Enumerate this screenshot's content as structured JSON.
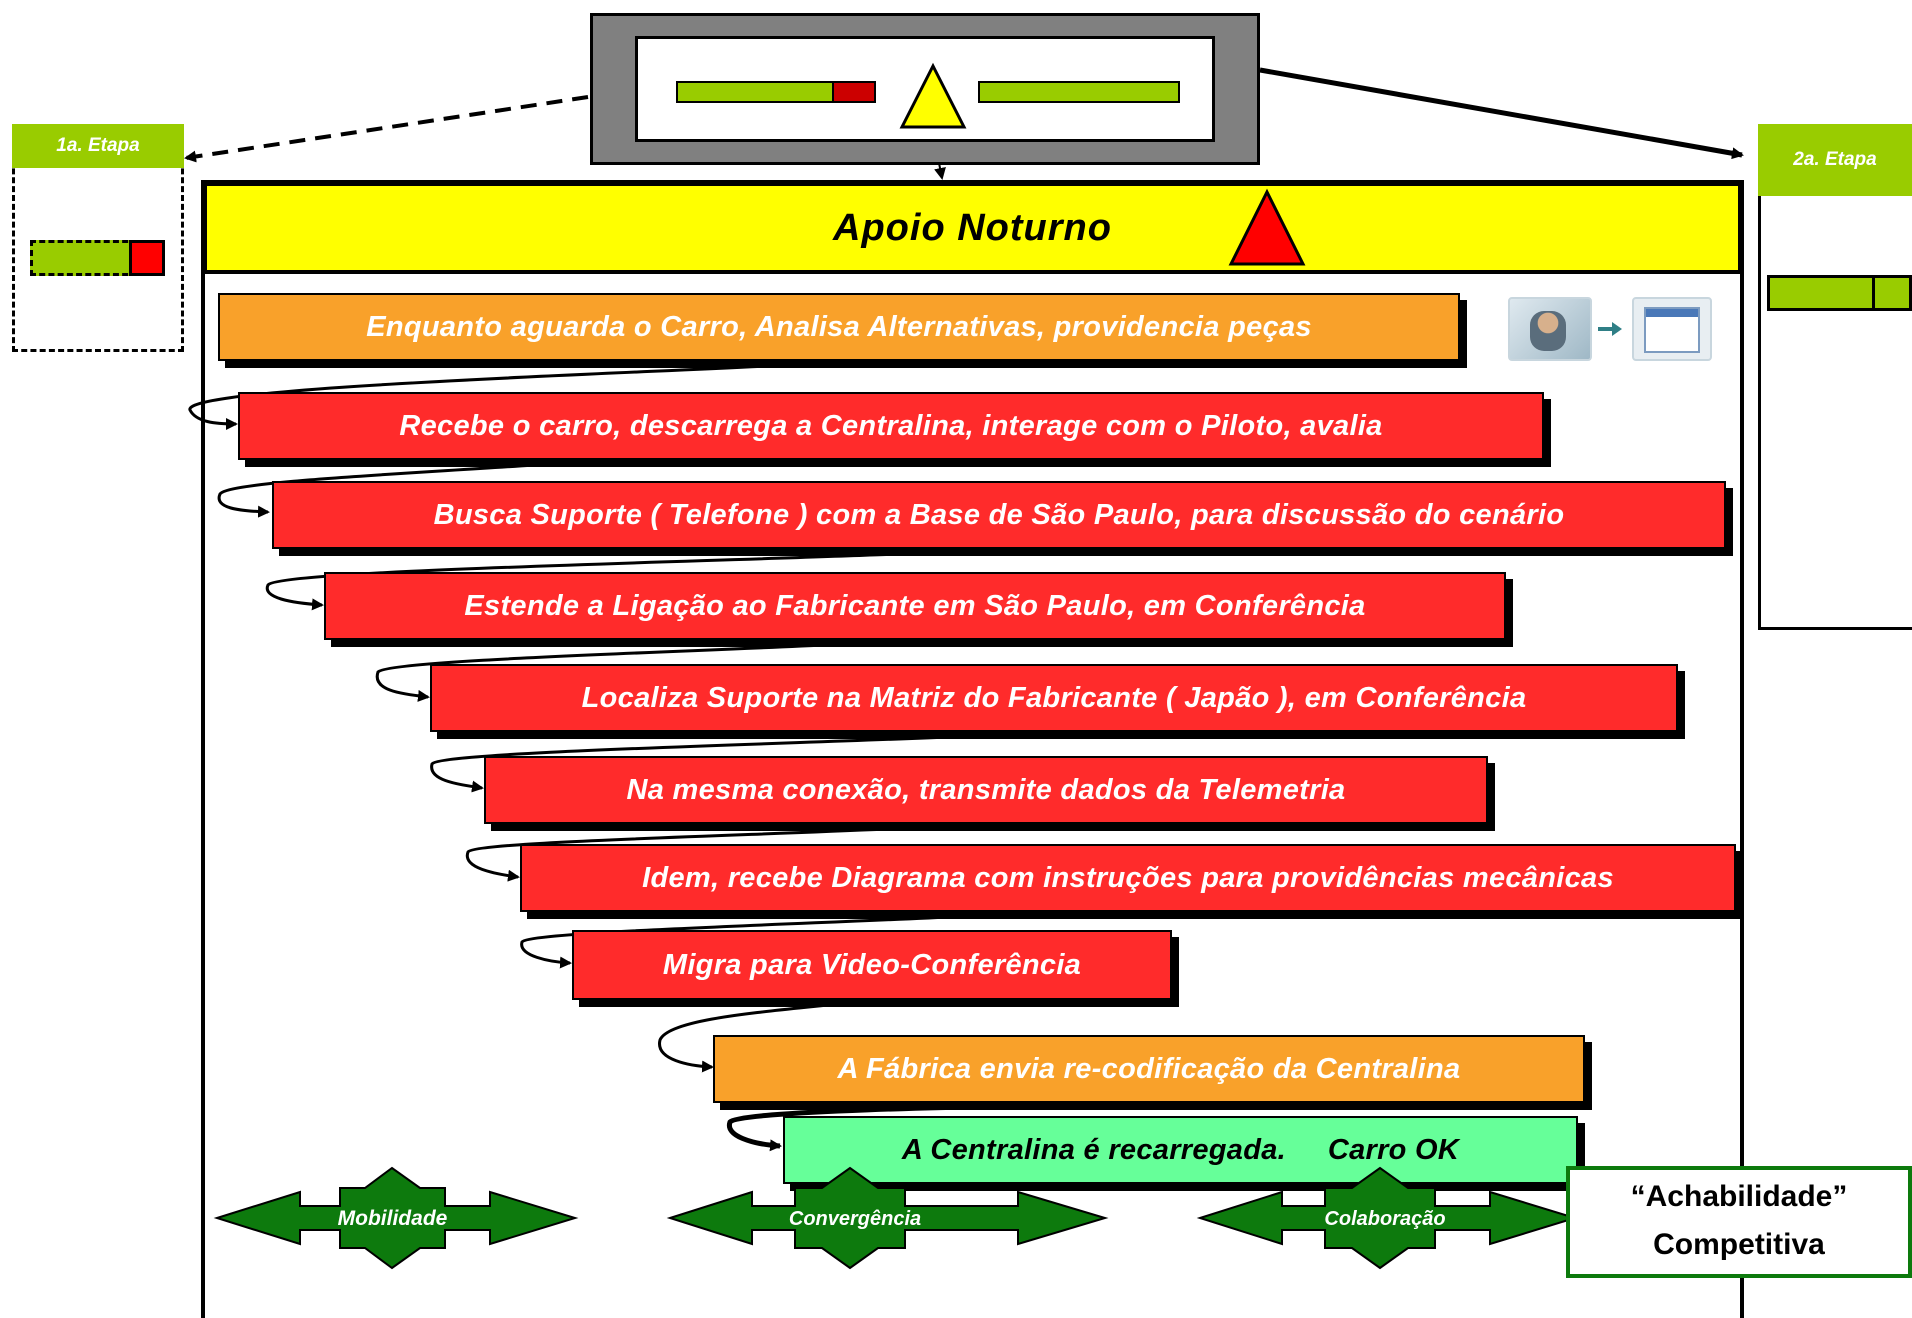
{
  "title": "Apoio Noturno",
  "stage_left": "1a. Etapa",
  "stage_right": "2a. Etapa",
  "steps": [
    "Enquanto aguarda o Carro, Analisa Alternativas, providencia peças",
    "Recebe o carro, descarrega a Centralina, interage com o Piloto, avalia",
    "Busca Suporte ( Telefone ) com a Base de São Paulo, para discussão do cenário",
    "Estende a Ligação ao Fabricante em São Paulo, em Conferência",
    "Localiza Suporte na Matriz do Fabricante ( Japão ), em Conferência",
    "Na mesma conexão, transmite dados da Telemetria",
    "Idem, recebe Diagrama com instruções para providências mecânicas",
    "Migra para Video-Conferência",
    "A Fábrica envia re-codificação da Centralina",
    "A Centralina é recarregada.     Carro OK"
  ],
  "pillars": [
    "Mobilidade",
    "Convergência",
    "Colaboração"
  ],
  "outcome": {
    "line1": "“Achabilidade”",
    "line2": "Competitiva"
  },
  "colors": {
    "red": "#ff2b2b",
    "orange": "#f9a12a",
    "yellow": "#ffff00",
    "light_green": "#99cc00",
    "mint": "#66ff99",
    "dark_green": "#0d7a0d"
  },
  "icons": [
    "person-photo-icon",
    "arrow-right-icon",
    "document-screen-icon",
    "warning-triangle-icon"
  ]
}
